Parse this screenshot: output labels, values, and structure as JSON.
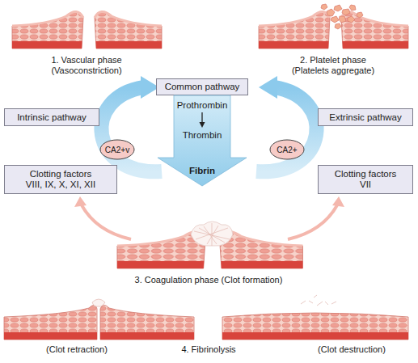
{
  "diagram": {
    "nodes": [
      {
        "text": [
          "Common pathway"
        ]
      },
      {
        "text": [
          "Intrinsic pathway"
        ]
      },
      {
        "text": [
          "Extrinsic pathway"
        ]
      },
      {
        "text": [
          "Prothrombin",
          "Thrombin",
          "Fibrin"
        ]
      },
      {
        "text": [
          "CA2+v"
        ]
      },
      {
        "text": [
          "CA2+"
        ]
      },
      {
        "text": [
          "Clotting factors VIII, IX, X, XI, XII"
        ]
      },
      {
        "text": [
          "Clotting factors VII"
        ]
      }
    ],
    "labels": [
      "1. Vascular phase (Vasoconstriction)",
      "2. Platelet phase (Platelets aggregate)",
      "3. Coagulation phase (Clot formation)",
      "(Clot retraction)",
      "4. Fibrinolysis",
      "(Clot destruction)"
    ]
  }
}
